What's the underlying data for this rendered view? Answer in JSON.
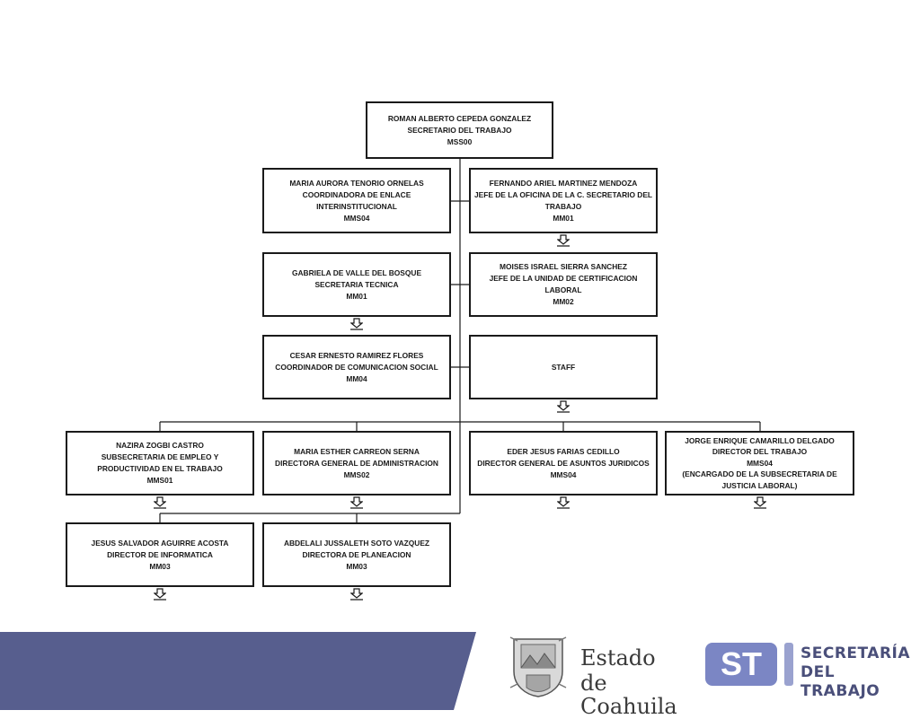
{
  "org_chart": {
    "head": {
      "name": "ROMAN ALBERTO CEPEDA GONZALEZ",
      "title": "SECRETARIO DEL TRABAJO",
      "code": "MSS00"
    },
    "row1": [
      {
        "name": "MARIA AURORA TENORIO ORNELAS",
        "title": "COORDINADORA DE ENLACE INTERINSTITUCIONAL",
        "code": "MMS04"
      },
      {
        "name": "FERNANDO ARIEL MARTINEZ MENDOZA",
        "title": "JEFE DE LA OFICINA DE LA C. SECRETARIO DEL TRABAJO",
        "code": "MM01"
      }
    ],
    "row2": [
      {
        "name": "GABRIELA DE VALLE DEL BOSQUE",
        "title": "SECRETARIA TECNICA",
        "code": "MM01"
      },
      {
        "name": "MOISES ISRAEL SIERRA SANCHEZ",
        "title": "JEFE DE LA UNIDAD DE CERTIFICACION LABORAL",
        "code": "MM02"
      }
    ],
    "row3": [
      {
        "name": "CESAR ERNESTO RAMIREZ FLORES",
        "title": "COORDINADOR DE COMUNICACION SOCIAL",
        "code": "MM04"
      },
      {
        "name": "STAFF"
      }
    ],
    "row4": [
      {
        "name": "NAZIRA ZOGBI CASTRO",
        "title": "SUBSECRETARIA DE EMPLEO Y PRODUCTIVIDAD EN EL TRABAJO",
        "code": "MMS01"
      },
      {
        "name": "MARIA ESTHER CARREON SERNA",
        "title": "DIRECTORA GENERAL DE ADMINISTRACION",
        "code": "MMS02"
      },
      {
        "name": "EDER JESUS FARIAS CEDILLO",
        "title": "DIRECTOR GENERAL DE ASUNTOS JURIDICOS",
        "code": "MMS04"
      },
      {
        "name": "JORGE ENRIQUE CAMARILLO DELGADO",
        "title": "DIRECTOR DEL TRABAJO",
        "code": "MMS04",
        "note": "(ENCARGADO DE LA SUBSECRETARIA DE JUSTICIA LABORAL)"
      }
    ],
    "row5": [
      {
        "name": "JESUS SALVADOR AGUIRRE ACOSTA",
        "title": "DIRECTOR DE INFORMATICA",
        "code": "MM03"
      },
      {
        "name": "ABDELALI JUSSALETH SOTO VAZQUEZ",
        "title": "DIRECTORA DE PLANEACION",
        "code": "MM03"
      }
    ]
  },
  "footer": {
    "band_color": "#575e8e",
    "logo_estado": {
      "line1": "Estado",
      "line2": "de Coahuila"
    },
    "logo_st": {
      "mark": "ST",
      "line1": "SECRETARÍA",
      "line2": "DEL TRABAJO",
      "mark_color": "#7b86c4",
      "text_color": "#4a4f7a"
    }
  }
}
